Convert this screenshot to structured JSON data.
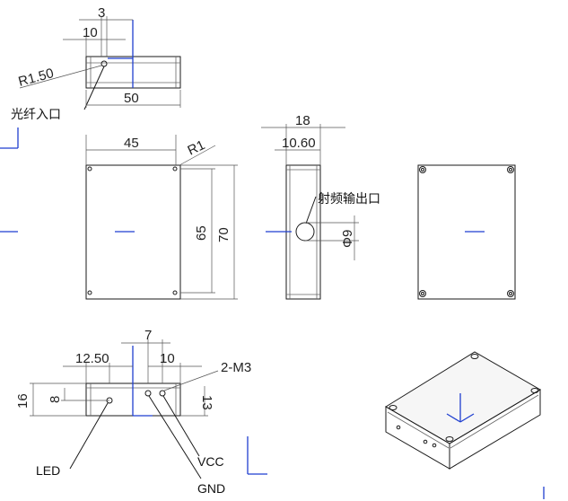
{
  "top_view": {
    "dim_3": "3",
    "dim_10": "10",
    "dim_r150": "R1.50",
    "dim_50": "50",
    "label_fiber_inlet": "光纤入口"
  },
  "front_view": {
    "dim_45": "45",
    "dim_r1": "R1",
    "dim_65": "65",
    "dim_70": "70"
  },
  "side_view": {
    "dim_18": "18",
    "dim_1060": "10.60",
    "label_rf_output": "射频输出口",
    "dim_phi9": "Φ9"
  },
  "bottom_view": {
    "dim_7": "7",
    "dim_1250": "12.50",
    "dim_10": "10",
    "label_2m3": "2-M3",
    "dim_16": "16",
    "dim_8": "8",
    "dim_13": "13",
    "label_led": "LED",
    "label_vcc": "VCC",
    "label_gnd": "GND"
  }
}
